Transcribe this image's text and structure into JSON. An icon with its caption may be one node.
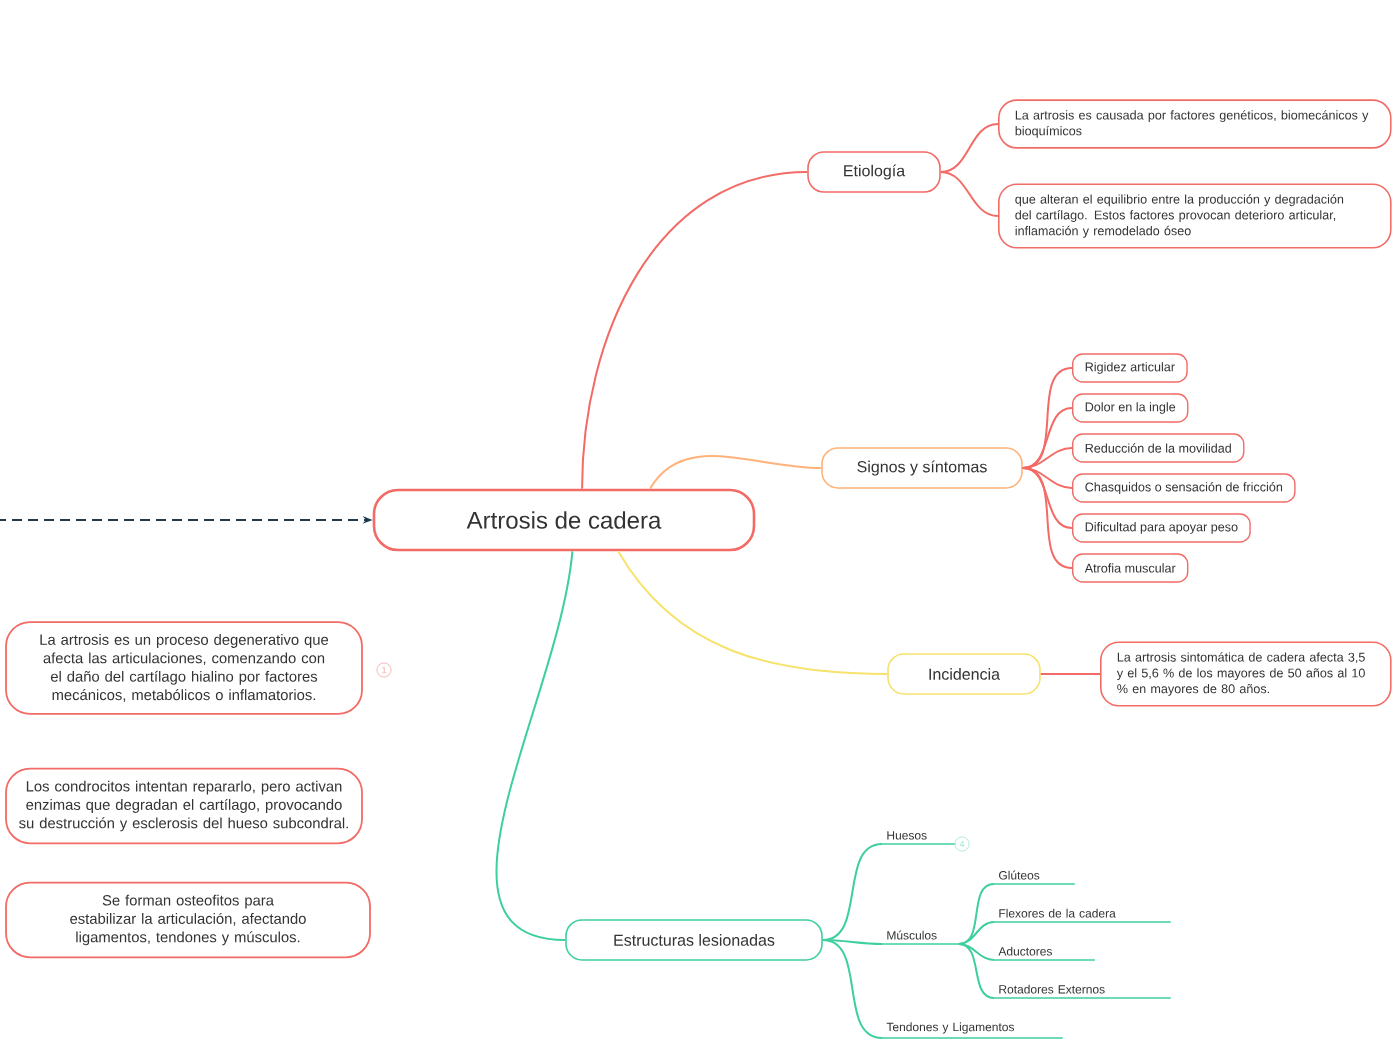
{
  "diagram": {
    "nodes": [
      {
        "text": [
          "Artrosis de cadera"
        ]
      },
      {
        "text": [
          "Etiología"
        ]
      },
      {
        "text": [
          "La artrosis es causada por factores genéticos, biomecánicos y bioquímicos"
        ]
      },
      {
        "text": [
          "que alteran el equilibrio entre la producción y degradación del cartílago. Estos factores provocan deterioro articular, inflamación y remodelado óseo"
        ]
      },
      {
        "text": [
          "Signos y síntomas"
        ]
      },
      {
        "text": [
          "Rigidez articular"
        ]
      },
      {
        "text": [
          "Dolor en la ingle"
        ]
      },
      {
        "text": [
          "Reducción de la movilidad"
        ]
      },
      {
        "text": [
          "Chasquidos o sensación de fricción"
        ]
      },
      {
        "text": [
          "Dificultad para apoyar peso"
        ]
      },
      {
        "text": [
          "Atrofia muscular"
        ]
      },
      {
        "text": [
          "Incidencia"
        ]
      },
      {
        "text": [
          "La artrosis sintomática de cadera afecta 3,5 y el 5,6 % de los mayores de 50 años al 10 % en mayores de 80 años."
        ]
      },
      {
        "text": [
          "Estructuras lesionadas"
        ]
      },
      {
        "text": [
          "Huesos"
        ]
      },
      {
        "text": [
          "Músculos"
        ]
      },
      {
        "text": [
          "Glúteos"
        ]
      },
      {
        "text": [
          "Flexores de la cadera"
        ]
      },
      {
        "text": [
          "Aductores"
        ]
      },
      {
        "text": [
          "Rotadores Externos"
        ]
      },
      {
        "text": [
          "Tendones y Ligamentos"
        ]
      },
      {
        "text": [
          "La artrosis es un proceso degenerativo que afecta las articulaciones, comenzando con el daño del cartílago hialino por factores mecánicos, metabólicos o inflamatorios."
        ]
      },
      {
        "text": [
          "Los condrocitos intentan repararlo, pero activan enzimas que degradan el cartílago, provocando su destrucción y esclerosis del hueso subcondral."
        ]
      },
      {
        "text": [
          "Se forman osteofitos para estabilizar la articulación, afectando ligamentos, tendones y músculos."
        ]
      }
    ],
    "edges": [
      {
        "from": null,
        "to": 0,
        "arrow": "to",
        "style": "dashed",
        "color": "#1f3a4d"
      },
      {
        "from": 0,
        "to": 1,
        "arrow": "none"
      },
      {
        "from": 1,
        "to": 2,
        "arrow": "none"
      },
      {
        "from": 1,
        "to": 3,
        "arrow": "none"
      },
      {
        "from": 0,
        "to": 4,
        "arrow": "none",
        "color": "#ffb27a"
      },
      {
        "from": 4,
        "to": 5,
        "arrow": "none"
      },
      {
        "from": 4,
        "to": 6,
        "arrow": "none"
      },
      {
        "from": 4,
        "to": 7,
        "arrow": "none"
      },
      {
        "from": 4,
        "to": 8,
        "arrow": "none"
      },
      {
        "from": 4,
        "to": 9,
        "arrow": "none"
      },
      {
        "from": 4,
        "to": 10,
        "arrow": "none"
      },
      {
        "from": 0,
        "to": 11,
        "arrow": "none",
        "color": "#f7e26b"
      },
      {
        "from": 11,
        "to": 12,
        "arrow": "none"
      },
      {
        "from": 0,
        "to": 13,
        "arrow": "none",
        "color": "#3ecf9e"
      },
      {
        "from": 13,
        "to": 14,
        "arrow": "none",
        "color": "#3ecf9e"
      },
      {
        "from": 13,
        "to": 15,
        "arrow": "none",
        "color": "#3ecf9e"
      },
      {
        "from": 13,
        "to": 20,
        "arrow": "none",
        "color": "#3ecf9e"
      },
      {
        "from": 15,
        "to": 16,
        "arrow": "none",
        "color": "#3ecf9e"
      },
      {
        "from": 15,
        "to": 17,
        "arrow": "none",
        "color": "#3ecf9e"
      },
      {
        "from": 15,
        "to": 18,
        "arrow": "none",
        "color": "#3ecf9e"
      },
      {
        "from": 15,
        "to": 19,
        "arrow": "none",
        "color": "#3ecf9e"
      }
    ],
    "labels": [
      "1",
      "4"
    ]
  }
}
